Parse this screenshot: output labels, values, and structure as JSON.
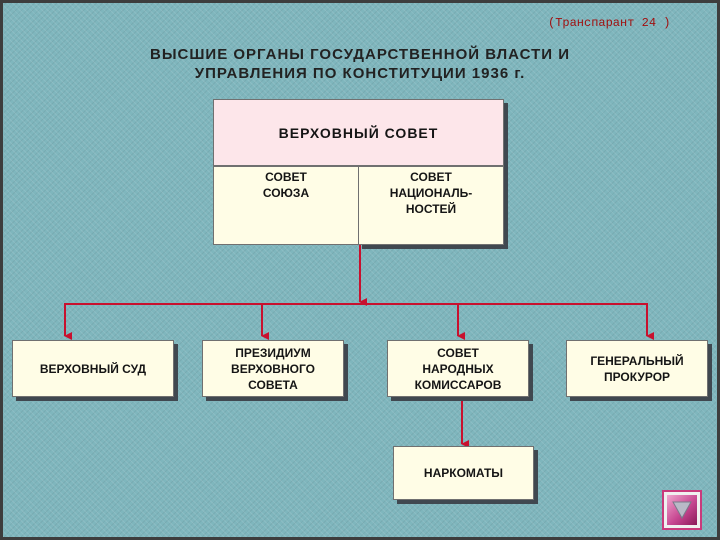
{
  "header": {
    "note": "(Транспарант 24 )",
    "title_line1": "ВЫСШИЕ ОРГАНЫ ГОСУДАРСТВЕННОЙ ВЛАСТИ И",
    "title_line2": "УПРАВЛЕНИЯ ПО КОНСТИТУЦИИ 1936 г."
  },
  "diagram": {
    "supreme_soviet": "ВЕРХОВНЫЙ СОВЕТ",
    "soviet_union": [
      "СОВЕТ",
      "СОЮЗА"
    ],
    "soviet_nationalities": [
      "СОВЕТ",
      "НАЦИОНАЛЬ-",
      "НОСТЕЙ"
    ],
    "supreme_court": "ВЕРХОВНЫЙ СУД",
    "presidium": [
      "ПРЕЗИДИУМ",
      "ВЕРХОВНОГО",
      "СОВЕТА"
    ],
    "sovnarkom": [
      "СОВЕТ",
      "НАРОДНЫХ",
      "КОМИССАРОВ"
    ],
    "prosecutor": [
      "ГЕНЕРАЛЬНЫЙ",
      "ПРОКУРОР"
    ],
    "commissariats": "НАРКОМАТЫ"
  },
  "nav": {
    "icon": "triangle-down-icon",
    "accent": "#c74791"
  },
  "colors": {
    "arrow": "#c8102e",
    "background": "#7fb6bd",
    "box": "#fffde6",
    "pink_box": "#fde6ea"
  }
}
